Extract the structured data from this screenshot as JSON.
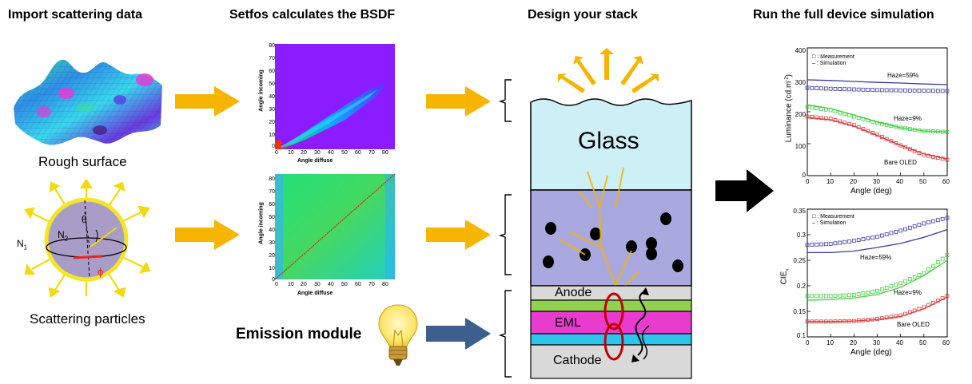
{
  "headings": {
    "import": "Import scattering data",
    "bsdf": "Setfos calculates the BSDF",
    "stack": "Design your stack",
    "device": "Run the full device simulation"
  },
  "left": {
    "rough_surface": "Rough surface",
    "scattering_particles": "Scattering particles",
    "n1": "N",
    "n1_sub": "1",
    "n2": "N",
    "n2_sub": "2",
    "theta": "θ",
    "phi": "ϕ"
  },
  "bsdf": {
    "x_label": "Angle diffuse",
    "y_label": "Angle incoming",
    "y_ticks": [
      "0",
      "10",
      "20",
      "30",
      "40",
      "50",
      "60",
      "70",
      "80"
    ],
    "x_ticks": [
      "0",
      "10",
      "20",
      "30",
      "40",
      "50",
      "60",
      "70",
      "80"
    ]
  },
  "emission": {
    "label": "Emission module"
  },
  "stack": {
    "glass": "Glass",
    "anode": "Anode",
    "eml": "EML",
    "cathode": "Cathode",
    "colors": {
      "glass": "#cdeff6",
      "scatter": "#a9a9df",
      "anode": "#d9d9d9",
      "green": "#92d050",
      "eml": "#e83ccf",
      "cyan": "#2ec5ec",
      "cathode": "#d9d9d9",
      "arrow": "#f5b400"
    }
  },
  "colors": {
    "arrow_yellow": "#f7b500",
    "arrow_blue": "#3d5f8e",
    "measurement_blue": "#3a3aa8",
    "measurement_green": "#3fce3f",
    "measurement_red": "#d93a3a"
  },
  "chart_data": [
    {
      "type": "line",
      "xlabel": "Angle (deg)",
      "ylabel": "Luminance (cd.m⁻²)",
      "ylabel_main": "Luminance (cd.m",
      "ylabel_sup": "-2",
      "ylabel_end": ")",
      "xlim": [
        0,
        60
      ],
      "ylim": [
        0,
        400
      ],
      "x_ticks": [
        "0",
        "10",
        "20",
        "30",
        "40",
        "50",
        "60"
      ],
      "y_ticks": [
        "0",
        "100",
        "200",
        "300",
        "400"
      ],
      "legend": [
        "□ : Measurement",
        "– : Simulation"
      ],
      "annotations": [
        "Haze=59%",
        "Haze=9%",
        "Bare OLED"
      ],
      "x": [
        0,
        10,
        20,
        30,
        40,
        50,
        60
      ],
      "series": [
        {
          "name": "Haze=59%",
          "color": "#3a3aa8",
          "measurement": [
            275,
            272,
            270,
            268,
            267,
            266,
            265
          ],
          "simulation": [
            300,
            298,
            295,
            292,
            290,
            287,
            285
          ]
        },
        {
          "name": "Haze=9%",
          "color": "#3fce3f",
          "measurement": [
            215,
            205,
            185,
            165,
            150,
            140,
            137
          ],
          "simulation": [
            222,
            210,
            190,
            168,
            150,
            140,
            137
          ]
        },
        {
          "name": "Bare OLED",
          "color": "#d93a3a",
          "measurement": [
            185,
            178,
            158,
            128,
            95,
            65,
            50
          ],
          "simulation": [
            182,
            175,
            155,
            126,
            95,
            68,
            52
          ]
        }
      ]
    },
    {
      "type": "line",
      "xlabel": "Angle (deg)",
      "ylabel": "CIEₓ",
      "ylabel_main": "CIE",
      "ylabel_sub": "x",
      "xlim": [
        0,
        60
      ],
      "ylim": [
        0.1,
        0.35
      ],
      "x_ticks": [
        "0",
        "10",
        "20",
        "30",
        "40",
        "50",
        "60"
      ],
      "y_ticks": [
        "0.1",
        "0.15",
        "0.2",
        "0.25",
        "0.3",
        "0.35"
      ],
      "legend": [
        "□ : Measurement",
        "– : Simulation"
      ],
      "annotations": [
        "Haze=59%",
        "Haze=9%",
        "Bare OLED"
      ],
      "x": [
        0,
        10,
        20,
        30,
        40,
        50,
        60
      ],
      "series": [
        {
          "name": "Haze=59%",
          "color": "#3a3aa8",
          "measurement": [
            0.28,
            0.282,
            0.288,
            0.296,
            0.308,
            0.322,
            0.333
          ],
          "simulation": [
            0.265,
            0.265,
            0.268,
            0.275,
            0.283,
            0.295,
            0.31
          ]
        },
        {
          "name": "Haze=9%",
          "color": "#3fce3f",
          "measurement": [
            0.18,
            0.18,
            0.182,
            0.19,
            0.205,
            0.225,
            0.26
          ],
          "simulation": [
            0.172,
            0.173,
            0.176,
            0.183,
            0.197,
            0.22,
            0.25
          ]
        },
        {
          "name": "Bare OLED",
          "color": "#d93a3a",
          "measurement": [
            0.13,
            0.13,
            0.131,
            0.135,
            0.142,
            0.158,
            0.18
          ],
          "simulation": [
            0.13,
            0.13,
            0.131,
            0.134,
            0.14,
            0.155,
            0.178
          ]
        }
      ]
    }
  ]
}
